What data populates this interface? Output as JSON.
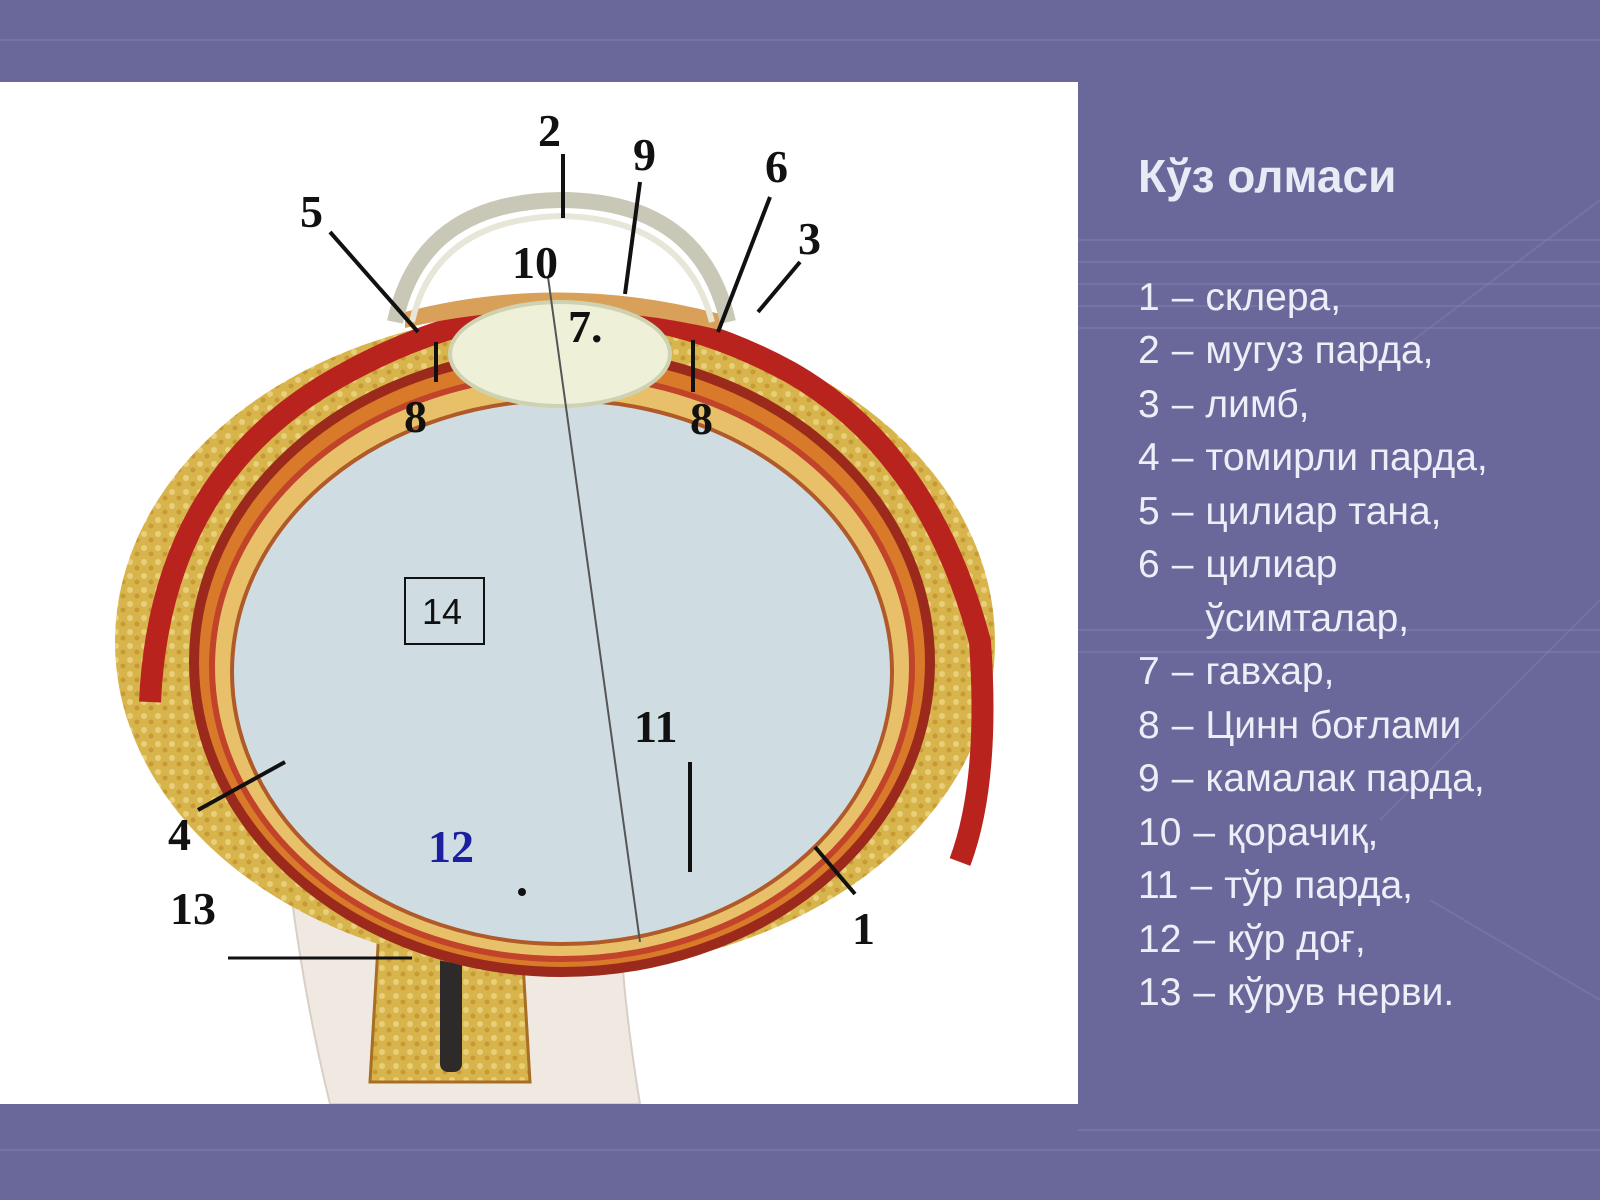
{
  "slide": {
    "title": "Кўз олмаси",
    "legend": [
      {
        "num": "1",
        "text": "склера,"
      },
      {
        "num": "2",
        "text": "мугуз парда,"
      },
      {
        "num": "3",
        "text": "лимб,"
      },
      {
        "num": "4",
        "text": "томирли парда,"
      },
      {
        "num": "5",
        "text": "цилиар тана,"
      },
      {
        "num": "6",
        "text": "цилиар ўсимталар,"
      },
      {
        "num": "7",
        "text": "гавхар,"
      },
      {
        "num": "8",
        "text": "Цинн боғлами"
      },
      {
        "num": "9",
        "text": "камалак парда,"
      },
      {
        "num": "10",
        "text": "қорачиқ,"
      },
      {
        "num": "11",
        "text": "тўр парда,"
      },
      {
        "num": "12",
        "text": "кўр доғ,"
      },
      {
        "num": "13",
        "text": "кўрув нерви."
      }
    ],
    "dash": "–"
  },
  "diagram": {
    "labels": {
      "n1": "1",
      "n2": "2",
      "n3": "3",
      "n4": "4",
      "n5": "5",
      "n6": "6",
      "n7": "7.",
      "n8a": "8",
      "n8b": "8",
      "n9": "9",
      "n10": "10",
      "n11": "11",
      "n12": "12",
      "n13": "13",
      "n14": "14"
    }
  },
  "colors": {
    "background": "#6a689a",
    "panel": "#ffffff",
    "text": "#eceff8",
    "vitreous": "#cfdde2",
    "sclera_red": "#c0312b",
    "choroid_yellow": "#d9b44a",
    "label_blue": "#1b1fa0"
  }
}
